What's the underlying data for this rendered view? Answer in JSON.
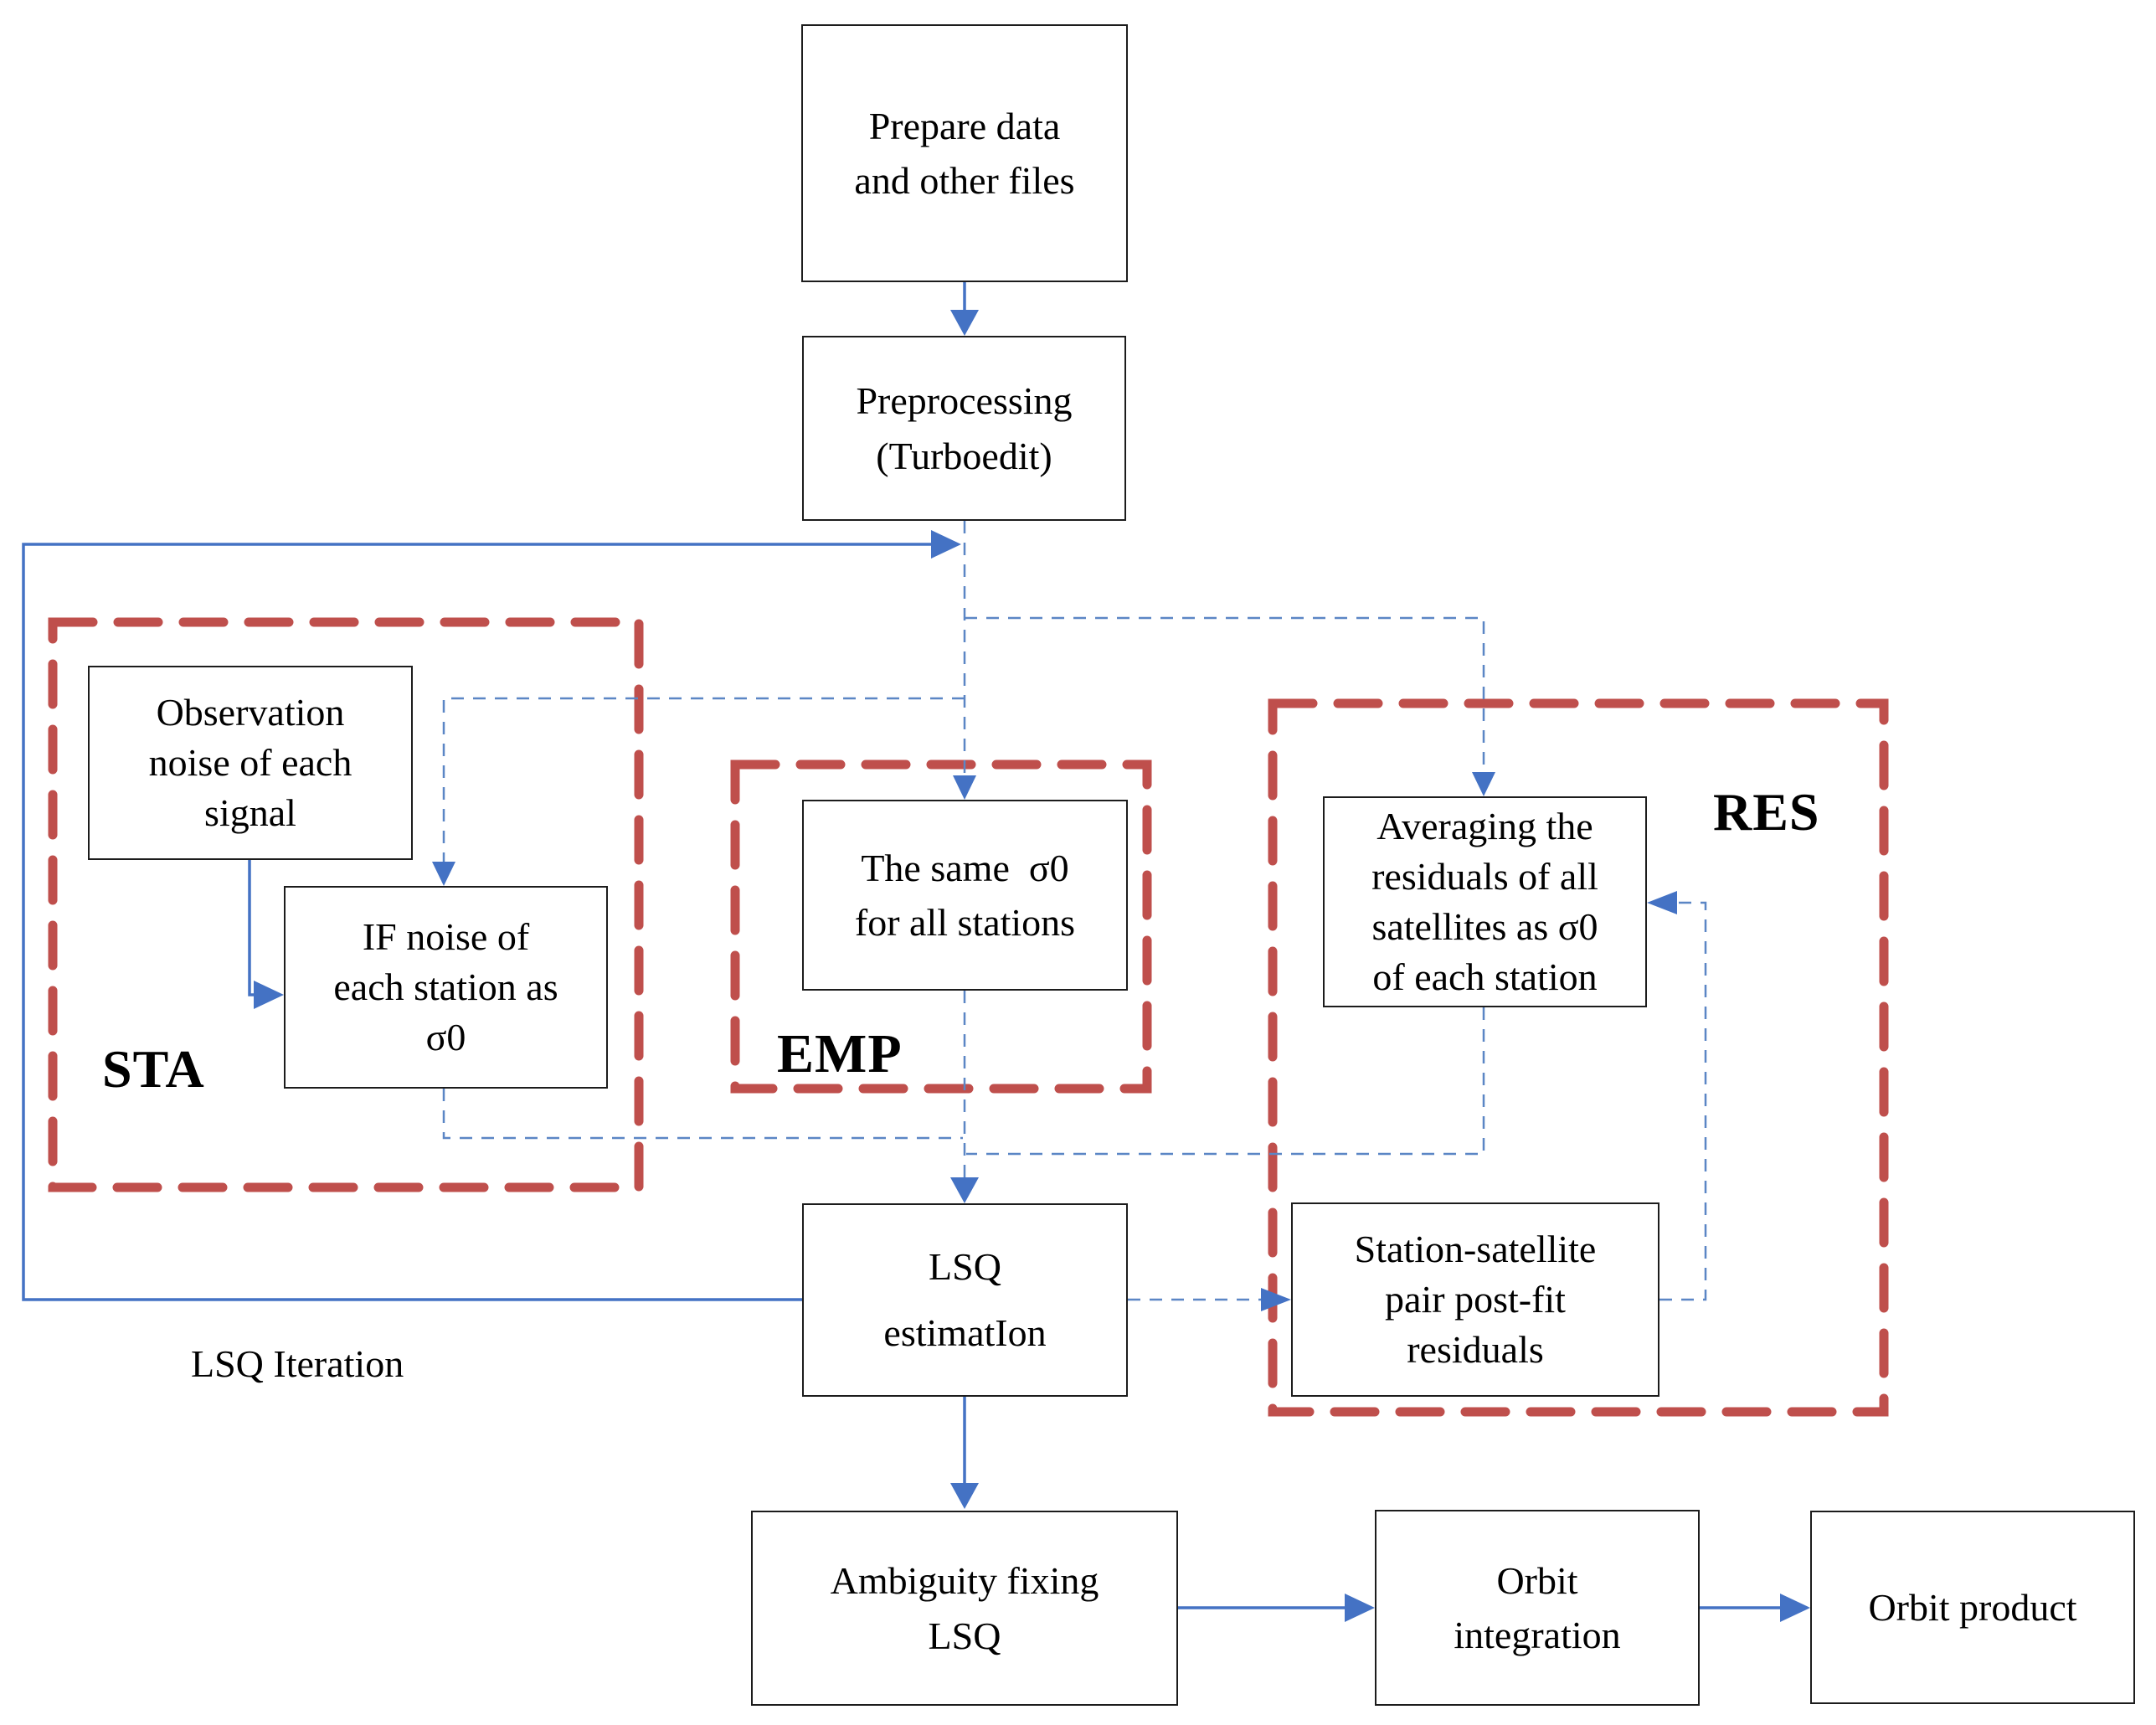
{
  "diagram": {
    "nodes": {
      "prepare": {
        "label": "Prepare data\nand other files"
      },
      "preprocessing": {
        "label": "Preprocessing\n(Turboedit)"
      },
      "observation_noise": {
        "label": "Observation\nnoise of each\nsignal"
      },
      "if_noise": {
        "label": "IF noise of\neach station as\nσ0"
      },
      "same_sigma": {
        "label": "The same  σ0\nfor all stations"
      },
      "averaging": {
        "label": "Averaging the\nresiduals of all\nsatellites as σ0\nof each station"
      },
      "lsq_estimation": {
        "label": "LSQ\nestimatIon"
      },
      "station_satellite": {
        "label": "Station-satellite\npair post-fit\nresiduals"
      },
      "ambiguity": {
        "label": "Ambiguity fixing\nLSQ"
      },
      "orbit_integration": {
        "label": "Orbit\nintegration"
      },
      "orbit_product": {
        "label": "Orbit product"
      }
    },
    "regions": {
      "sta": {
        "label": "STA"
      },
      "emp": {
        "label": "EMP"
      },
      "res": {
        "label": "RES"
      }
    },
    "annotations": {
      "lsq_iteration": {
        "label": "LSQ Iteration"
      }
    },
    "colors": {
      "flow_blue": "#4472c4",
      "dashed_blue": "#5b86c5",
      "region_red": "#bf4f4c",
      "box_border": "#1c1c1c",
      "text": "#000000",
      "background": "#ffffff"
    }
  }
}
